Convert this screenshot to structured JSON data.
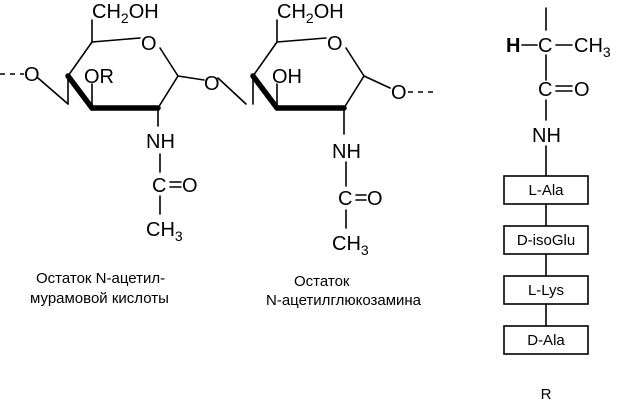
{
  "muramic": {
    "ch2oh": {
      "main": "CH",
      "sub": "2",
      "tail": "OH"
    },
    "ring_o": "O",
    "left_o": "O",
    "or": "OR",
    "nh": "NH",
    "c": "C",
    "o": "O",
    "ch3": {
      "main": "CH",
      "sub": "3"
    },
    "caption_line1": "Остаток N-ацетил-",
    "caption_line2": "мурамовой кислоты"
  },
  "glycosidic_o": "O",
  "glucosamine": {
    "ch2oh": {
      "main": "CH",
      "sub": "2",
      "tail": "OH"
    },
    "ring_o": "O",
    "right_o": "O",
    "oh": "OH",
    "nh": "NH",
    "c": "C",
    "o": "O",
    "ch3": {
      "main": "CH",
      "sub": "3"
    },
    "caption_line1": "Остаток",
    "caption_line2": "N-ацетилглюкозамина"
  },
  "r_group": {
    "h": "H",
    "c_top": "C",
    "ch3": {
      "main": "CH",
      "sub": "3"
    },
    "c_mid": "C",
    "o": "O",
    "nh": "NH",
    "peptides": [
      "L-Ala",
      "D-isoGlu",
      "L-Lys",
      "D-Ala"
    ],
    "label": "R"
  }
}
